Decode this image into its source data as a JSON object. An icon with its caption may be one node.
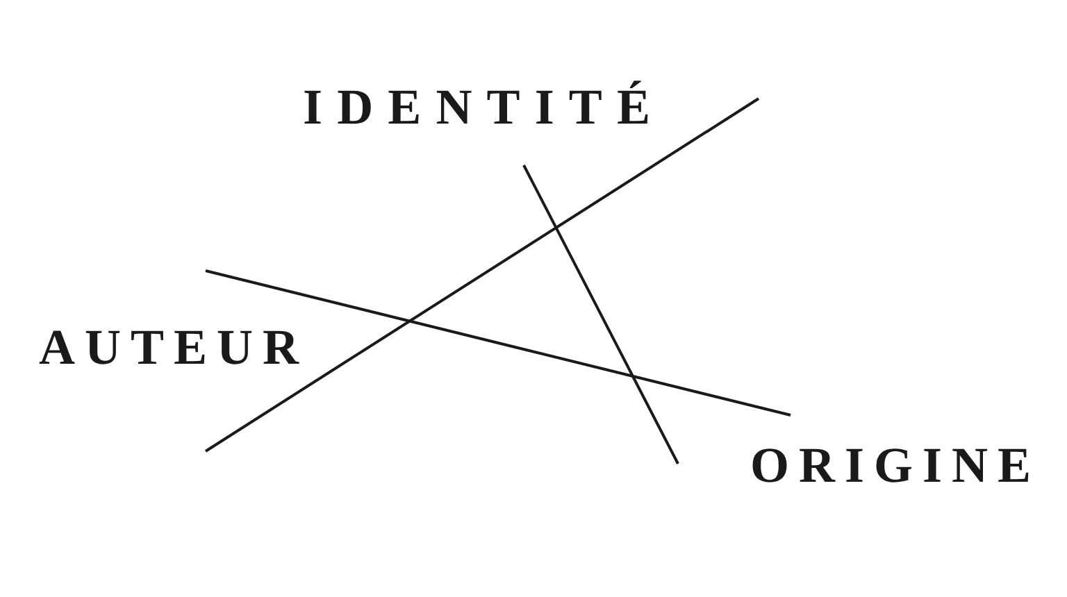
{
  "diagram": {
    "labels": [
      "IDENTITÉ",
      "AUTEUR",
      "ORIGINE"
    ]
  }
}
